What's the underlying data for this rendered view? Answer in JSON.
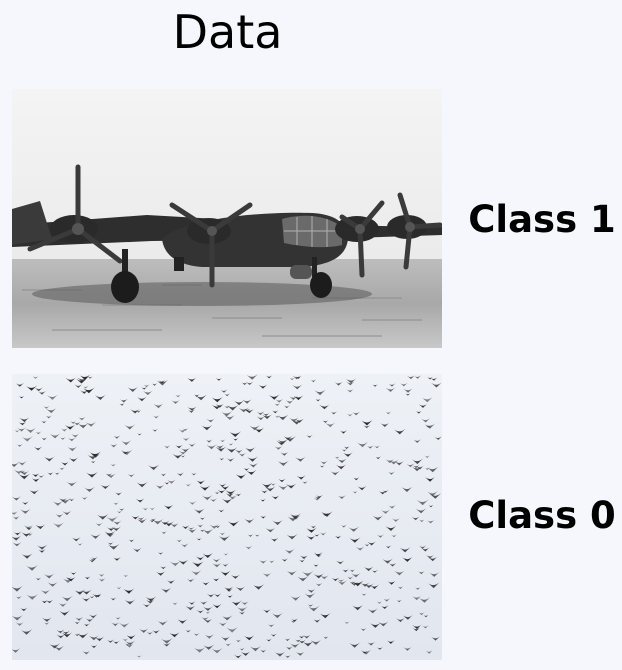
{
  "title": "Data",
  "samples": [
    {
      "image": "airplane-photo",
      "label": "Class 1"
    },
    {
      "image": "bird-flock-photo",
      "label": "Class 0"
    }
  ]
}
